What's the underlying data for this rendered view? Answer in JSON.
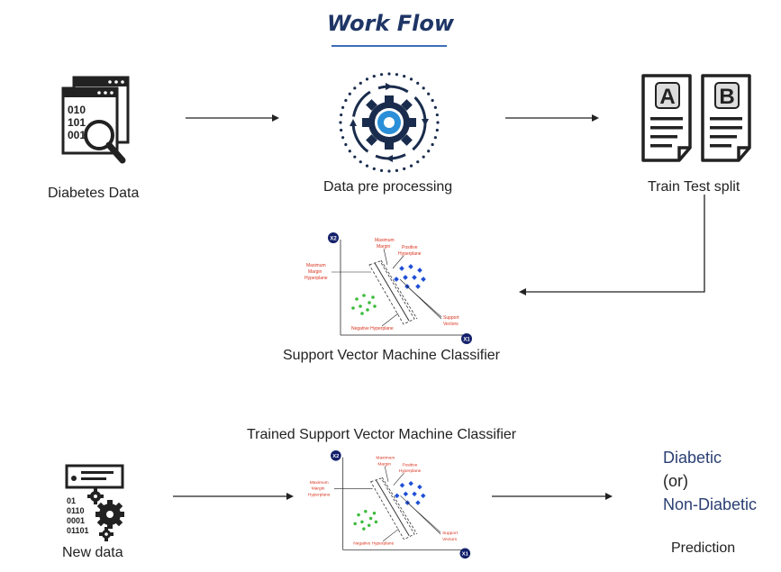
{
  "title": "Work Flow",
  "steps": {
    "diabetes_data": "Diabetes Data",
    "preprocessing": "Data pre processing",
    "split": "Train Test split",
    "svm": "Support Vector Machine Classifier",
    "trained_svm": "Trained Support Vector Machine Classifier",
    "new_data": "New data"
  },
  "svm_diagram": {
    "axis_y": "X2",
    "axis_x": "X1",
    "max_margin_hyperplane": [
      "Maximum",
      "Margin",
      "Hyperplane"
    ],
    "max_margin": [
      "Maximum",
      "Margin"
    ],
    "positive_hyperplane": [
      "Positive",
      "Hyperplane"
    ],
    "negative_hyperplane": "Negative Hyperplane",
    "support_vectors": [
      "Support",
      "Vectors"
    ]
  },
  "doc_icons": {
    "left": "A",
    "right": "B"
  },
  "binary_icon": [
    "010",
    "101",
    "001"
  ],
  "new_data_icon": [
    "01",
    "0110",
    "0001",
    "01101"
  ],
  "prediction": {
    "diabetic": "Diabetic",
    "or": "(or)",
    "non_diabetic": "Non-Diabetic",
    "label": "Prediction"
  },
  "colors": {
    "title": "#1f3566",
    "accent": "#2a8fd8",
    "red_labels": "#d9331f",
    "blue_points": "#1f4fd6",
    "green_points": "#3dbb3d",
    "prediction_text": "#2a3f73"
  },
  "icons": [
    "data-files-search-icon",
    "gear-process-icon",
    "document-a-icon",
    "document-b-icon",
    "new-data-gears-icon"
  ]
}
